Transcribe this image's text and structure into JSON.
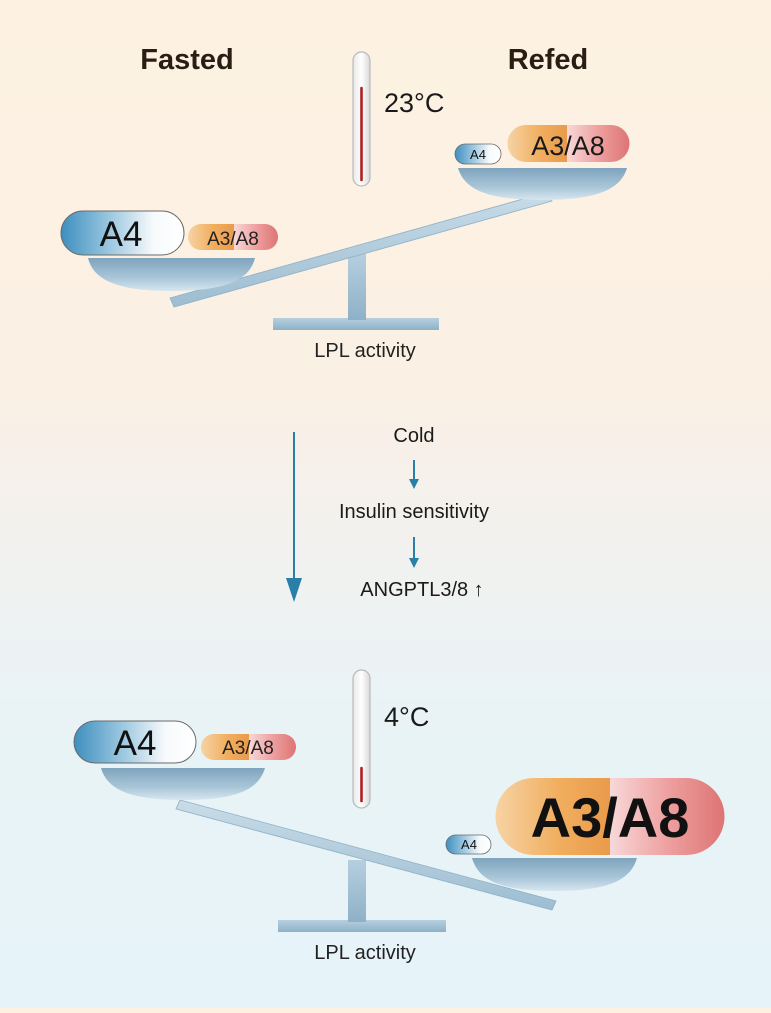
{
  "headers": {
    "fasted": "Fasted",
    "refed": "Refed"
  },
  "top_panel": {
    "temperature": "23°C",
    "left_pan": {
      "a4": "A4",
      "a3a8": "A3/A8"
    },
    "right_pan": {
      "a4": "A4",
      "a3a8": "A3/A8"
    },
    "base_label": "LPL activity"
  },
  "middle": {
    "step1": "Cold",
    "step2": "Insulin sensitivity",
    "step3": "ANGPTL3/8 ↑"
  },
  "bottom_panel": {
    "temperature": "4°C",
    "left_pan": {
      "a4": "A4",
      "a3a8": "A3/A8"
    },
    "right_pan": {
      "a4": "A4",
      "a3a8": "A3/A8"
    },
    "base_label": "LPL activity"
  },
  "colors": {
    "top_background": "#fdf2e2",
    "bottom_background": "#e6f3f8",
    "a4_blue": "#4a9cc8",
    "a3_orange": "#f2b066",
    "a8_pink": "#e88a8a",
    "scale_steel": "#8fb3c9",
    "arrow_blue": "#2a7fa8",
    "thermo_red": "#b02020"
  }
}
